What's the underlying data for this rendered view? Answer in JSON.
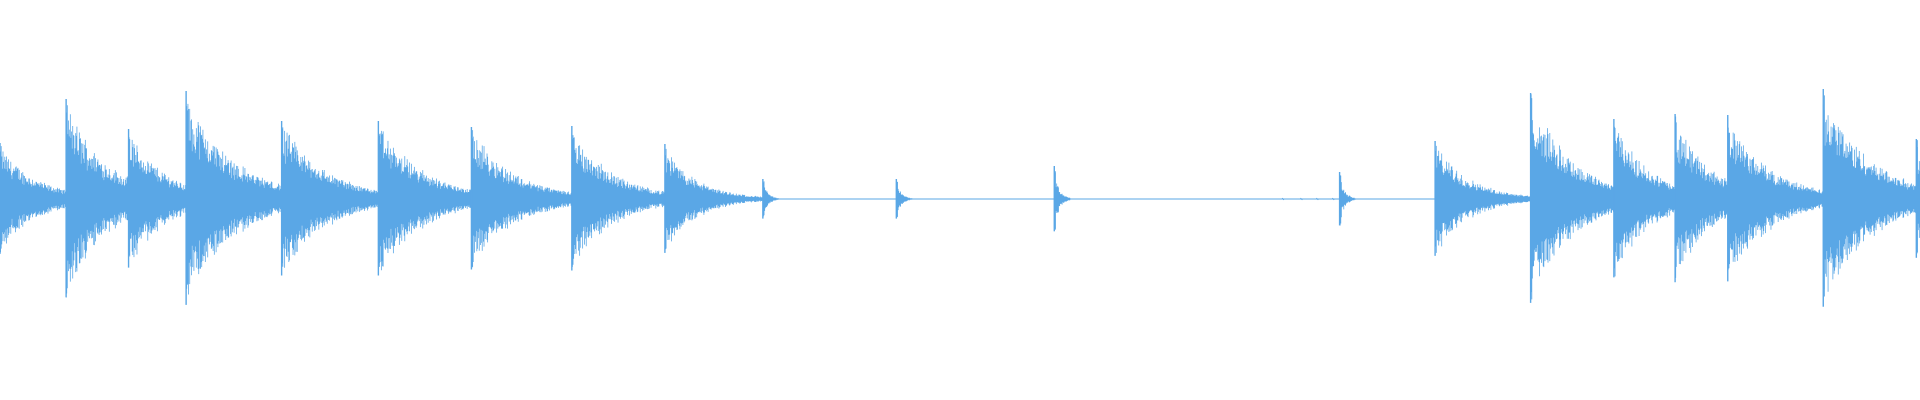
{
  "waveform": {
    "color": "#5aa7e6",
    "background": "#ffffff",
    "duration_units": 1568,
    "transients": [
      {
        "t": 0,
        "amp": 0.56,
        "decay": 30
      },
      {
        "t": 54,
        "amp": 1.0,
        "decay": 34
      },
      {
        "t": 105,
        "amp": 0.7,
        "decay": 32
      },
      {
        "t": 152,
        "amp": 1.08,
        "decay": 40
      },
      {
        "t": 230,
        "amp": 0.78,
        "decay": 38
      },
      {
        "t": 309,
        "amp": 0.78,
        "decay": 38
      },
      {
        "t": 385,
        "amp": 0.72,
        "decay": 36
      },
      {
        "t": 467,
        "amp": 0.73,
        "decay": 34
      },
      {
        "t": 543,
        "amp": 0.55,
        "decay": 26
      },
      {
        "t": 623,
        "amp": 0.2,
        "decay": 4
      },
      {
        "t": 732,
        "amp": 0.2,
        "decay": 4
      },
      {
        "t": 861,
        "amp": 0.33,
        "decay": 4
      },
      {
        "t": 1094,
        "amp": 0.27,
        "decay": 4
      },
      {
        "t": 1172,
        "amp": 0.58,
        "decay": 28
      },
      {
        "t": 1250,
        "amp": 1.06,
        "decay": 36
      },
      {
        "t": 1318,
        "amp": 0.8,
        "decay": 30
      },
      {
        "t": 1368,
        "amp": 0.85,
        "decay": 30
      },
      {
        "t": 1411,
        "amp": 0.84,
        "decay": 36
      },
      {
        "t": 1489,
        "amp": 1.1,
        "decay": 40
      },
      {
        "t": 1565,
        "amp": 0.6,
        "decay": 6
      }
    ]
  }
}
